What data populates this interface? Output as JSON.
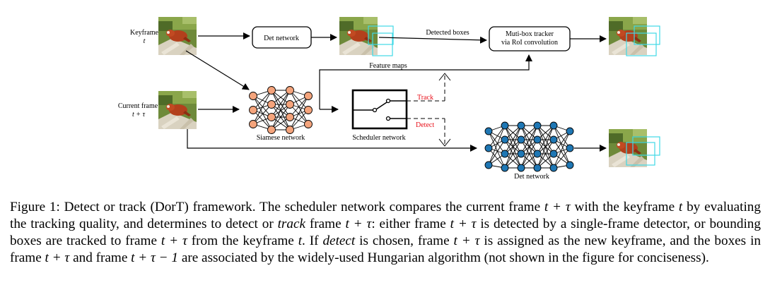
{
  "diagram": {
    "keyframe_label": "Keyframe",
    "keyframe_var": "t",
    "current_frame_label": "Current frame",
    "current_frame_var": "t + τ",
    "det_network_top": "Det network",
    "detected_boxes": "Detected boxes",
    "tracker_line1": "Muti-box tracker",
    "tracker_line2": "via RoI convolution",
    "feature_maps": "Feature maps",
    "siamese_network": "Siamese network",
    "scheduler_network": "Scheduler network",
    "track_label": "Track",
    "detect_label": "Detect",
    "det_network_bottom": "Det network"
  },
  "caption": {
    "prefix": "Figure 1: Detect or track (DorT) framework. The scheduler network compares the current frame ",
    "m1": "t + τ",
    "s1": " with the keyframe ",
    "m2": "t",
    "s2": " by evaluating the tracking quality, and determines to detect or ",
    "em_track": "track",
    "s3": " frame ",
    "m3": "t + τ",
    "s4": ": either frame ",
    "m4": "t + τ",
    "s5": " is detected by a single-frame detector, or bounding boxes are tracked to frame ",
    "m5": "t + τ",
    "s6": " from the keyframe ",
    "m6": "t",
    "s7": ". If ",
    "em_detect": "detect",
    "s8": " is chosen, frame ",
    "m7": "t + τ",
    "s9": " is assigned as the new keyframe, and the boxes in frame ",
    "m8": "t + τ",
    "s10": " and frame ",
    "m9": "t + τ − 1",
    "s11": " are associated by the widely-used Hungarian algorithm (not shown in the figure for conciseness)."
  },
  "colors": {
    "siamese_node": "#f4a47c",
    "det_node": "#1f77b4",
    "track_red": "#e8101a",
    "box_cyan": "#3fd9e6"
  },
  "icons": [
    "frame-thumbnail-red-panda"
  ]
}
